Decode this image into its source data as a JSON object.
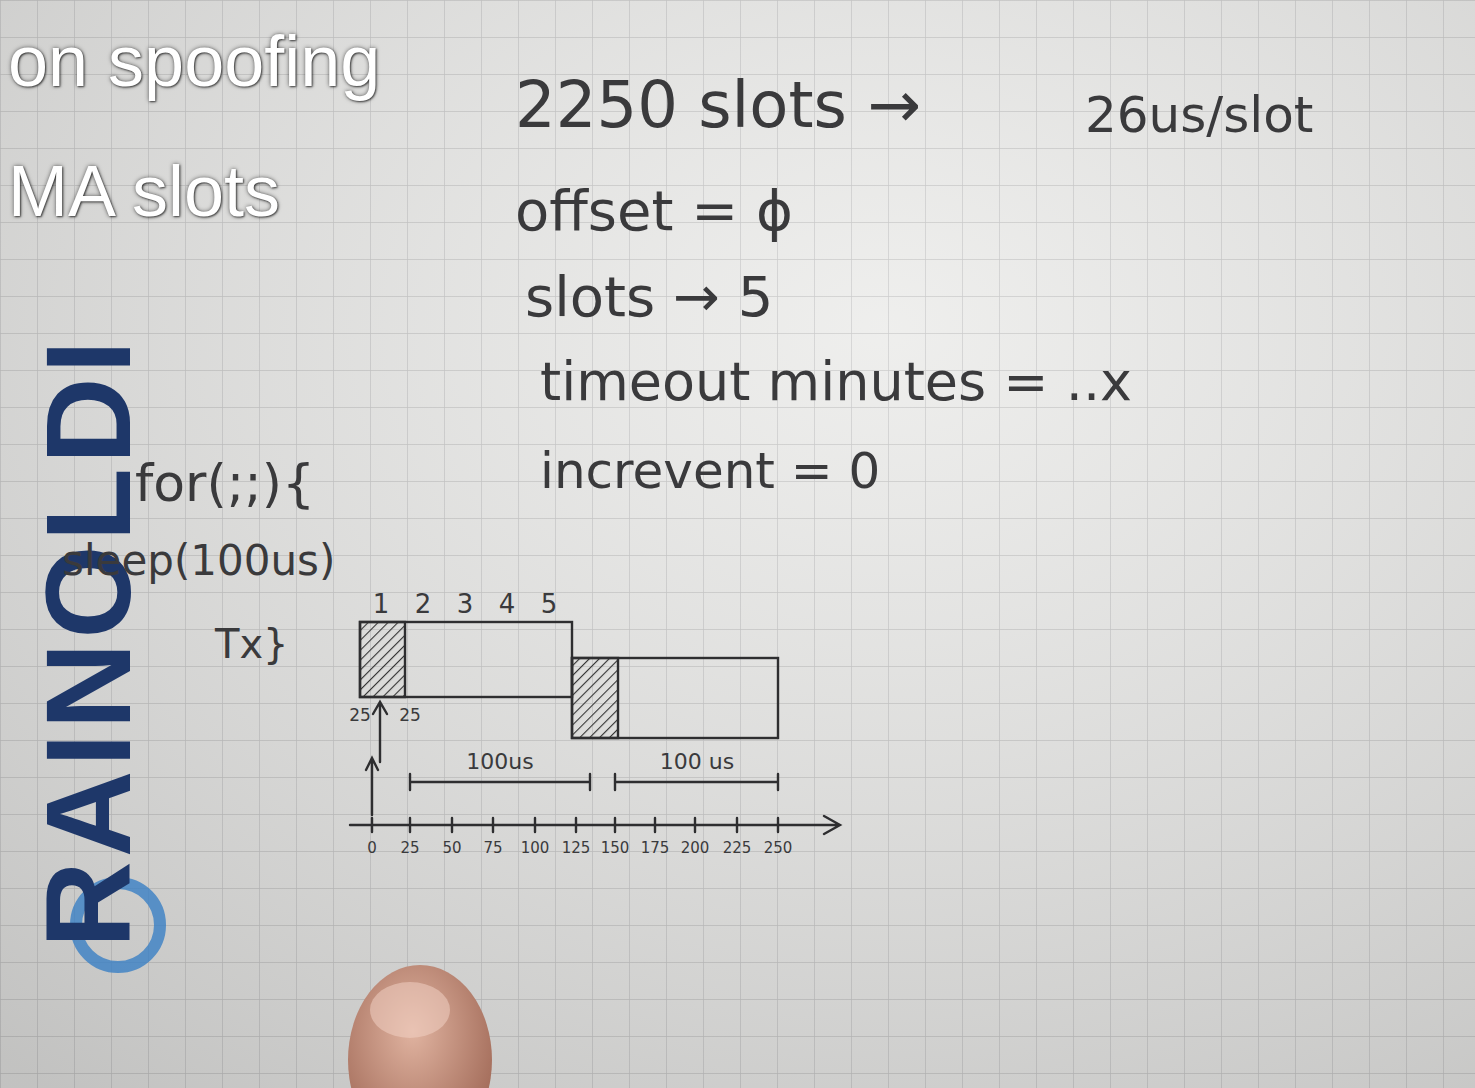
{
  "diagram": {
    "labels": [
      "on spoofing",
      "MA slots",
      "RAINOLDI",
      "2250 slots →",
      "26us/slot",
      "offset = ϕ",
      "slots → 5",
      "timeout minutes = ..x",
      "increvent = 0",
      "for(;;){",
      "sleep(100us)",
      "Tx}",
      "1",
      "2",
      "3",
      "4",
      "5",
      "25",
      "25",
      "100us",
      "100 us",
      "0",
      "25",
      "50",
      "75",
      "100",
      "125",
      "150",
      "175",
      "200",
      "225",
      "250"
    ]
  }
}
